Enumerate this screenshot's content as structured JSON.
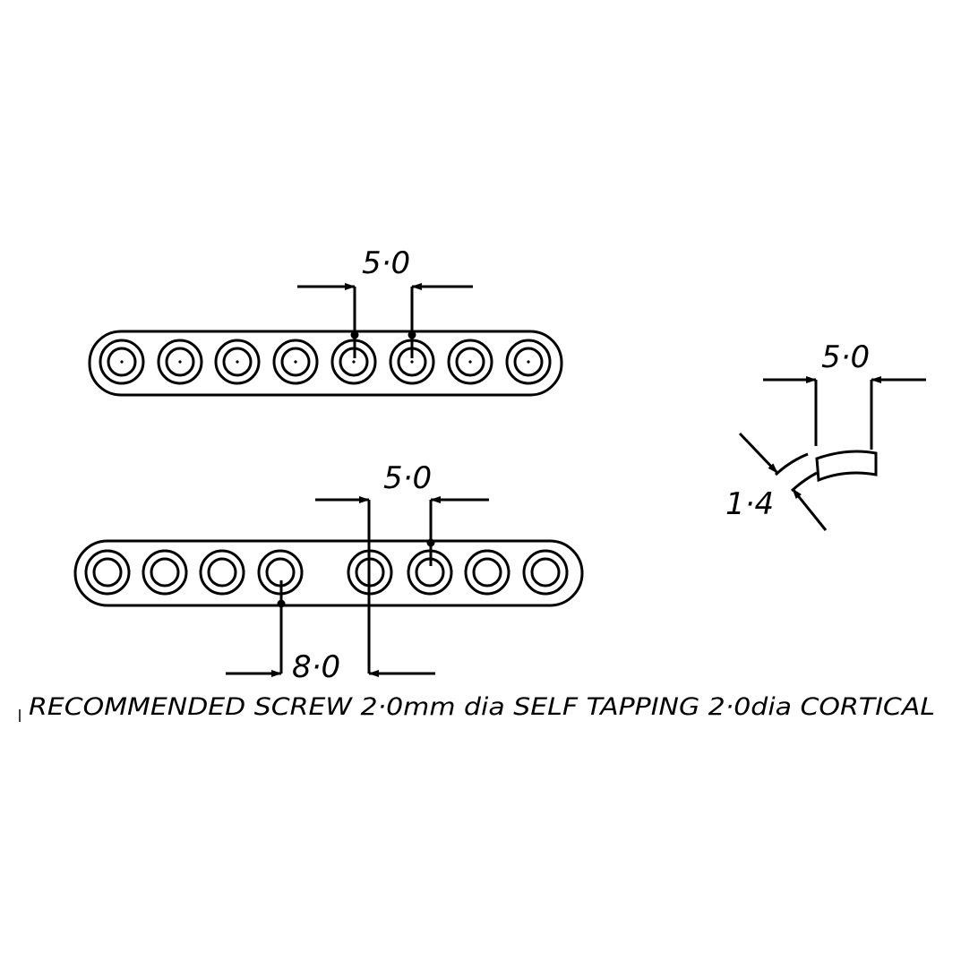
{
  "drawing": {
    "line_color": "#000000",
    "background": "#ffffff",
    "top_plate": {
      "hole_count": 8,
      "spacing_dimension": "5·0"
    },
    "bottom_plate": {
      "hole_count": 8,
      "spacing_dimension": "5·0",
      "center_spacing_dimension": "8·0"
    },
    "section_detail": {
      "width_dimension": "5·0",
      "thickness_dimension": "1·4"
    },
    "caption": "RECOMMENDED SCREW 2·0mm dia SELF TAPPING 2·0dia CORTICAL"
  }
}
